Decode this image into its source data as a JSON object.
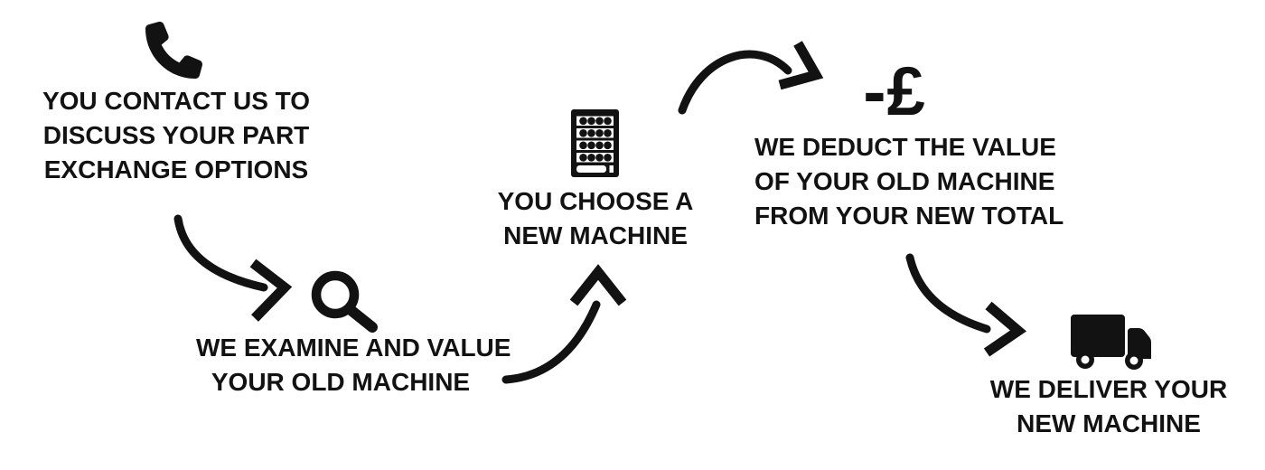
{
  "colors": {
    "ink": "#121212",
    "background": "#ffffff"
  },
  "diagram": {
    "steps": [
      {
        "name": "contact",
        "icon": "phone-icon",
        "lines": [
          "YOU CONTACT US TO",
          "DISCUSS YOUR PART",
          "EXCHANGE OPTIONS"
        ]
      },
      {
        "name": "examine",
        "icon": "search-icon",
        "lines": [
          "WE EXAMINE AND VALUE",
          "YOUR OLD MACHINE"
        ]
      },
      {
        "name": "choose",
        "icon": "vending-machine-icon",
        "lines": [
          "YOU CHOOSE A",
          "NEW MACHINE"
        ]
      },
      {
        "name": "deduct",
        "icon": "minus-pound-icon",
        "glyph": "-£",
        "lines": [
          "WE DEDUCT THE VALUE",
          "OF YOUR OLD MACHINE",
          "FROM YOUR NEW TOTAL"
        ]
      },
      {
        "name": "deliver",
        "icon": "truck-icon",
        "lines": [
          "WE DELIVER YOUR",
          "NEW MACHINE"
        ]
      }
    ],
    "connectors": [
      "curved-arrow-down-right",
      "curved-arrow-up",
      "curved-arrow-over-right",
      "curved-arrow-down-right"
    ]
  }
}
